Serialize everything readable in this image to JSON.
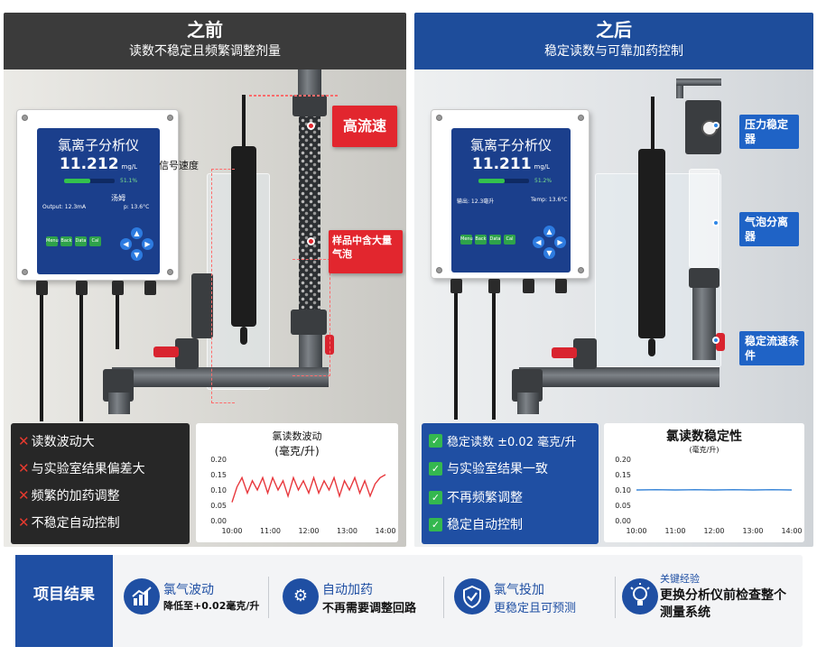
{
  "before": {
    "title": "之前",
    "subtitle": "读数不稳定且频繁调整剂量",
    "analyzer": {
      "title": "氯离子分析仪",
      "value": "11.212",
      "unit": "mg/L",
      "percent": "51.1%",
      "level": 0.51,
      "mid_label": "汤姆",
      "footer_left": "Output: 12.3mA",
      "footer_right": "p: 13.6°C",
      "keys": [
        "Menu",
        "Back",
        "Data",
        "Cal"
      ]
    },
    "labels": {
      "signal_speed": "信号速度",
      "high_flow": "高流速",
      "bubbles": "样品中含大量气泡"
    },
    "issues": [
      "读数波动大",
      "与实验室结果偏差大",
      "频繁的加药调整",
      "不稳定自动控制"
    ],
    "chart_data": {
      "type": "line",
      "title": "氯读数波动",
      "ylabel": "(毫克/升)",
      "x_ticks": [
        "10:00",
        "11:00",
        "12:00",
        "13:00",
        "14:00"
      ],
      "y_ticks": [
        "0.20",
        "0.15",
        "0.10",
        "0.05",
        "0.00"
      ],
      "ylim": [
        0,
        0.2
      ],
      "xlim": [
        0,
        4
      ],
      "color": "#e8383d",
      "x": [
        0,
        0.13,
        0.26,
        0.4,
        0.53,
        0.66,
        0.8,
        0.93,
        1.06,
        1.2,
        1.33,
        1.46,
        1.6,
        1.73,
        1.86,
        2.0,
        2.13,
        2.26,
        2.4,
        2.53,
        2.66,
        2.8,
        2.93,
        3.06,
        3.2,
        3.33,
        3.46,
        3.6,
        3.73,
        3.86,
        4.0
      ],
      "values": [
        0.06,
        0.11,
        0.14,
        0.09,
        0.13,
        0.1,
        0.14,
        0.09,
        0.14,
        0.1,
        0.13,
        0.08,
        0.14,
        0.1,
        0.13,
        0.09,
        0.14,
        0.09,
        0.13,
        0.1,
        0.14,
        0.08,
        0.13,
        0.1,
        0.14,
        0.09,
        0.13,
        0.08,
        0.12,
        0.14,
        0.15
      ]
    }
  },
  "after": {
    "title": "之后",
    "subtitle": "稳定读数与可靠加药控制",
    "analyzer": {
      "title": "氯离子分析仪",
      "value": "11.211",
      "unit": "mg/L",
      "percent": "51.2%",
      "level": 0.51,
      "footer_left": "输出: 12.3毫升",
      "footer_right": "Temp: 13.6°C",
      "keys": [
        "Menu",
        "Back",
        "Data",
        "Cal"
      ]
    },
    "labels": {
      "pressure": "压力稳定器",
      "bubble_sep": "气泡分离器",
      "flow_cond": "稳定流速条件"
    },
    "wins": [
      "稳定读数 ±0.02 毫克/升",
      "与实验室结果一致",
      "不再频繁调整",
      "稳定自动控制"
    ],
    "chart_data": {
      "type": "line",
      "title": "氯读数稳定性",
      "ylabel": "(毫克/升)",
      "x_ticks": [
        "10:00",
        "11:00",
        "12:00",
        "13:00",
        "14:00"
      ],
      "y_ticks": [
        "0.20",
        "0.15",
        "0.10",
        "0.05",
        "0.00"
      ],
      "ylim": [
        0,
        0.2
      ],
      "xlim": [
        0,
        4
      ],
      "color": "#3a86d8",
      "x": [
        0,
        0.5,
        1.0,
        1.5,
        2.0,
        2.5,
        3.0,
        3.5,
        4.0
      ],
      "values": [
        0.1,
        0.101,
        0.1,
        0.101,
        0.1,
        0.101,
        0.1,
        0.101,
        0.1
      ]
    }
  },
  "footer": {
    "heading": "项目结果",
    "items": [
      {
        "title": "氯气波动",
        "desc": "降低至+0.02毫克/升",
        "icon": "chart-icon"
      },
      {
        "title": "自动加药",
        "desc": "不再需要调整回路",
        "icon": "gears-icon"
      },
      {
        "title": "氯气投加",
        "desc": "更稳定且可预测",
        "icon": "shield-check-icon"
      }
    ],
    "lesson": {
      "label": "关键经验",
      "text": "更换分析仪前检查整个测量系统",
      "icon": "lightbulb-icon"
    }
  },
  "colors": {
    "before_header": "#3b3b3b",
    "after_header": "#1e4d9b",
    "accent_red": "#e2262e",
    "accent_blue": "#1f63c6",
    "check_green": "#34b84f"
  }
}
